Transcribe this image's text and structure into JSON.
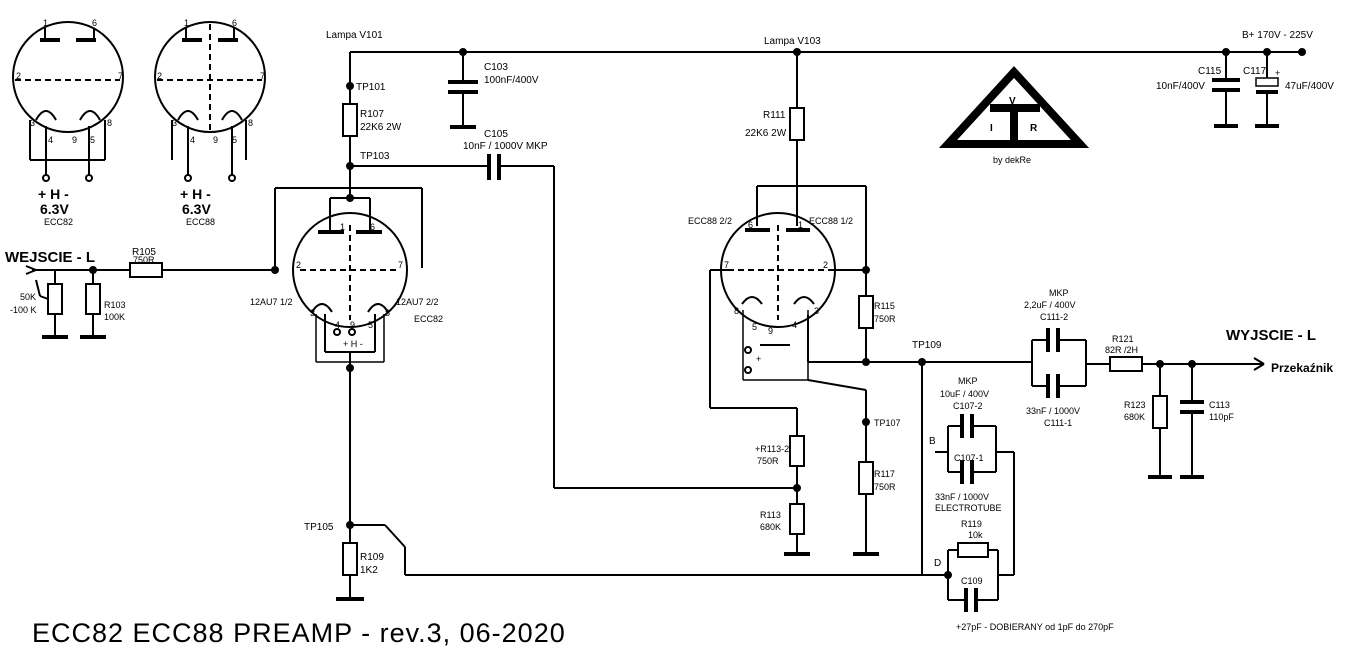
{
  "title": "ECC82 ECC88 PREAMP - rev.3, 06-2020",
  "supply": {
    "label": "B+ 170V - 225V"
  },
  "tubes": {
    "lampa_v101": "Lampa V101",
    "lampa_v103": "Lampa V103",
    "v101_left": "12AU7 1/2",
    "v101_right": "12AU7 2/2",
    "v101_type": "ECC82",
    "v103_left": "ECC88 2/2",
    "v103_right": "ECC88 1/2"
  },
  "pinout": {
    "ecc82": {
      "name": "ECC82",
      "voltage": "6.3V",
      "heater": "+ H -"
    },
    "ecc88": {
      "name": "ECC88",
      "voltage": "6.3V",
      "heater": "+ H -"
    },
    "pins": [
      "1",
      "2",
      "3",
      "4",
      "5",
      "6",
      "7",
      "8",
      "9"
    ]
  },
  "logo": {
    "top": "V",
    "left": "I",
    "right": "R",
    "credit": "by dekRe"
  },
  "io": {
    "input_label": "WEJSCIE - L",
    "output_label": "WYJSCIE - L",
    "relay_label": "Przekaźnik",
    "pot_value": "50K",
    "pot_value2": "-100 K"
  },
  "test_points": [
    "TP101",
    "TP103",
    "TP105",
    "TP107",
    "TP109"
  ],
  "resistors": {
    "r103": [
      "R103",
      "100K"
    ],
    "r105": [
      "R105",
      "750R"
    ],
    "r107": [
      "R107",
      "22K6 2W"
    ],
    "r109": [
      "R109",
      "1K2"
    ],
    "r111": [
      "R111",
      "22K6 2W"
    ],
    "r113_2": [
      "+R113-2",
      "750R"
    ],
    "r113": [
      "R113",
      "680K"
    ],
    "r115": [
      "R115",
      "750R"
    ],
    "r117": [
      "R117",
      "750R"
    ],
    "r119": [
      "R119",
      "10k"
    ],
    "r121": [
      "R121",
      "82R /2H"
    ],
    "r123": [
      "R123",
      "680K"
    ]
  },
  "capacitors": {
    "c103": [
      "C103",
      "100nF/400V"
    ],
    "c105": [
      "C105",
      "10nF / 1000V MKP"
    ],
    "c115": [
      "C115",
      "10nF/400V"
    ],
    "c117": [
      "C117",
      "47uF/400V"
    ],
    "c107_2": [
      "MKP",
      "10uF / 400V",
      "C107-2"
    ],
    "c107_1": [
      "C107-1",
      "33nF / 1000V",
      "ELECTROTUBE"
    ],
    "c109": [
      "C109",
      "+27pF - DOBIERANY od 1pF do 270pF"
    ],
    "c111_2": [
      "MKP",
      "2,2uF / 400V",
      "C111-2"
    ],
    "c111_1": [
      "33nF / 1000V",
      "C111-1"
    ],
    "c113": [
      "C113",
      "110pF"
    ]
  },
  "node_labels": {
    "b": "B",
    "d": "D",
    "plus": "+"
  }
}
